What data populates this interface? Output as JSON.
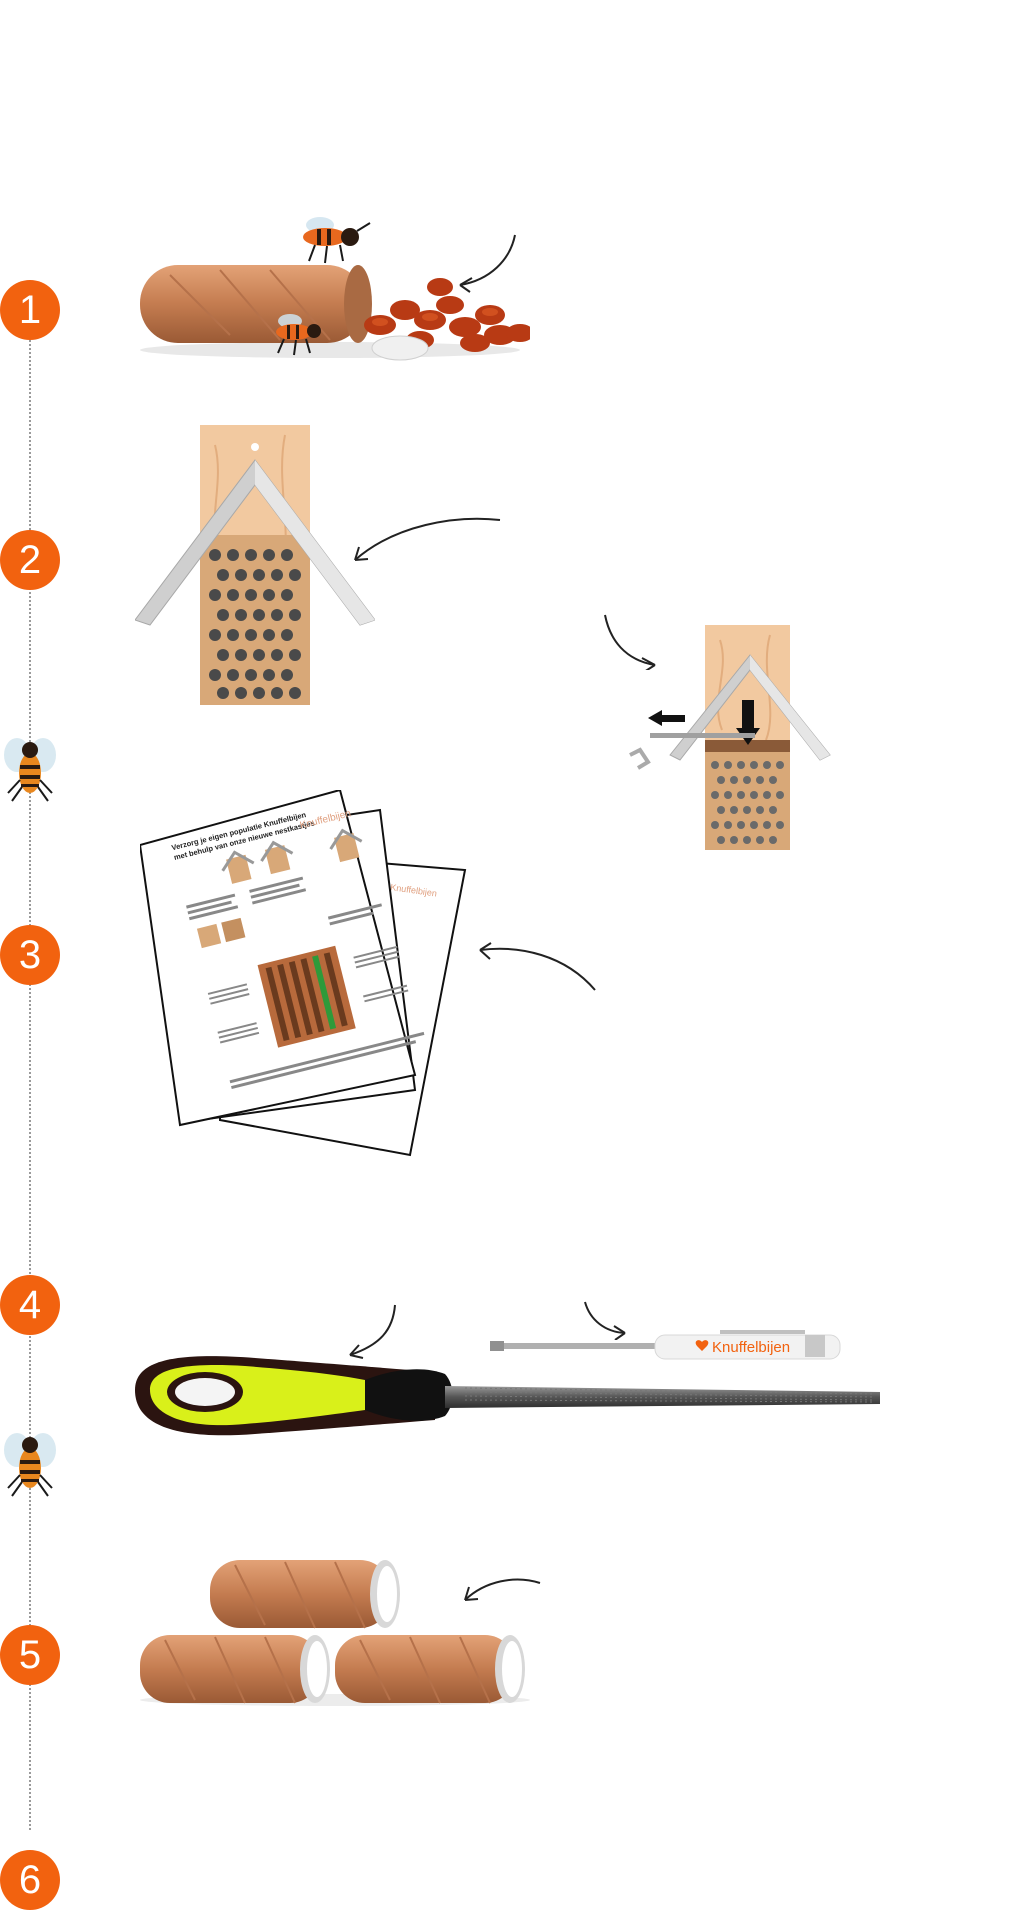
{
  "steps": [
    {
      "number": "1"
    },
    {
      "number": "2"
    },
    {
      "number": "3"
    },
    {
      "number": "4"
    },
    {
      "number": "5"
    },
    {
      "number": "6"
    }
  ],
  "manual": {
    "title_line1": "Verzorg je eigen populatie Knuffelbijen",
    "title_line2": "met behulp van onze nieuwe nestkastjes",
    "brand": "Knuffelbijen"
  },
  "reamer": {
    "brand": "Knuffelbijen"
  },
  "colors": {
    "accent": "#f2620f",
    "cardboard": "#c9865a",
    "wood": "#f2c9a0",
    "roof": "#c8c8c8",
    "file_handle_yellow": "#d9f01a",
    "file_handle_dark": "#2b1410"
  },
  "icons": [
    "bee-icon",
    "arrow-icon",
    "heart-logo-icon"
  ]
}
